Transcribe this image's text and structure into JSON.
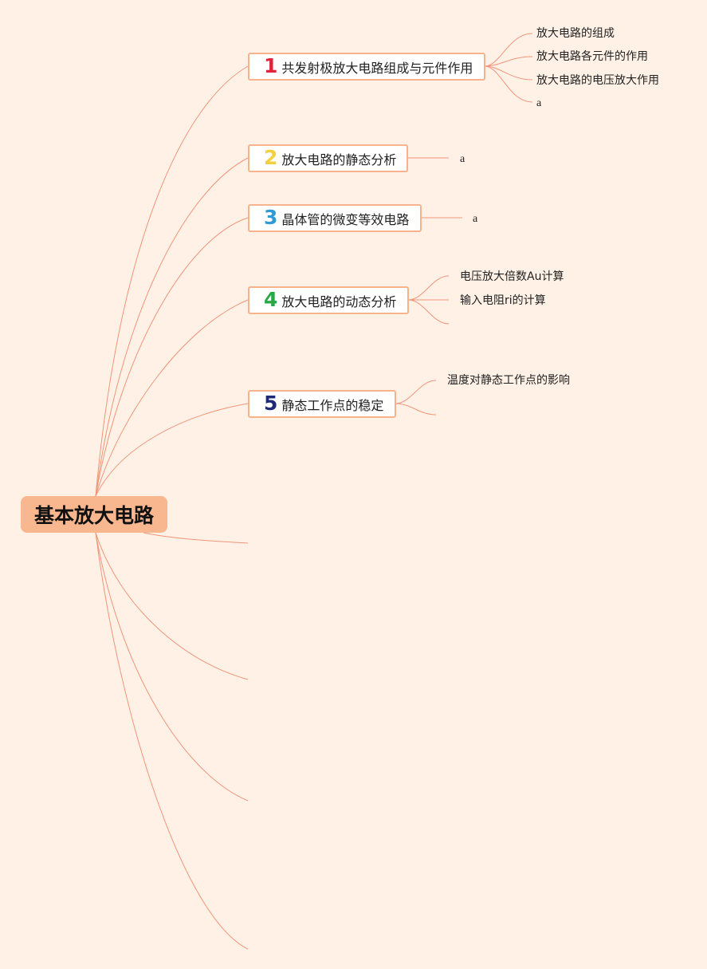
{
  "root": {
    "label": "基本放大电路"
  },
  "branches": [
    {
      "number": "1",
      "label": "共发射极放大电路组成与元件作用",
      "number_color": "#e0243a",
      "leaves": [
        "放大电路的组成",
        "放大电路各元件的作用",
        "放大电路的电压放大作用",
        "a"
      ]
    },
    {
      "number": "2",
      "label": "放大电路的静态分析",
      "number_color": "#f2d13c",
      "leaves": [
        "a"
      ]
    },
    {
      "number": "3",
      "label": "晶体管的微变等效电路",
      "number_color": "#2e9bd6",
      "leaves": [
        "a"
      ]
    },
    {
      "number": "4",
      "label": "放大电路的动态分析",
      "number_color": "#28a745",
      "leaves": [
        "电压放大倍数Au计算",
        "输入电阻ri的计算"
      ]
    },
    {
      "number": "5",
      "label": "静态工作点的稳定",
      "number_color": "#1c2a78",
      "leaves": [
        "温度对静态工作点的影响"
      ]
    }
  ],
  "colors": {
    "line": "#f0957a",
    "root_fill": "#f8b78e",
    "branch_border": "#f7b48c",
    "background": "#fff1e6"
  }
}
